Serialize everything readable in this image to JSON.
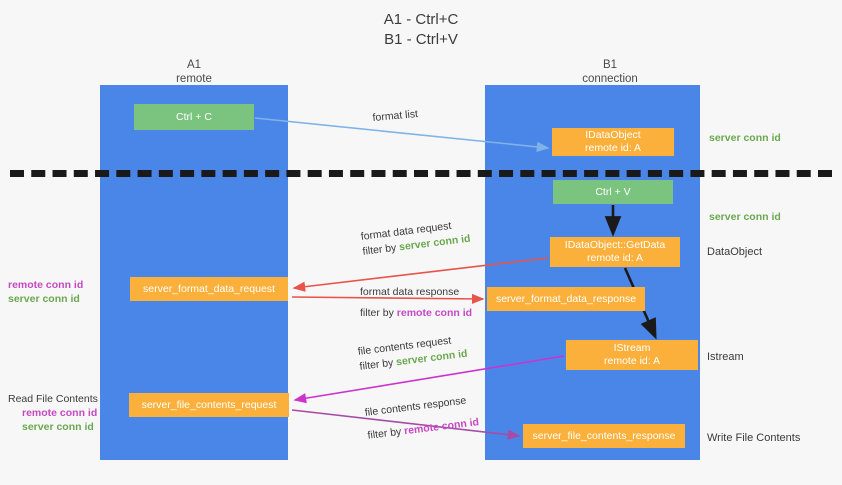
{
  "title": {
    "line1": "A1 - Ctrl+C",
    "line2": "B1 - Ctrl+V"
  },
  "lanes": [
    {
      "id": "a1",
      "name": "A1",
      "sub": "remote",
      "color": "#4a86e8"
    },
    {
      "id": "b1",
      "name": "B1",
      "sub": "connection",
      "color": "#4a86e8"
    }
  ],
  "nodes": {
    "ctrl_c": {
      "l1": "Ctrl + C",
      "l2": "",
      "color": "#7bc47f"
    },
    "idataobject": {
      "l1": "IDataObject",
      "l2": "remote id: A",
      "color": "#fbb03b"
    },
    "ctrl_v": {
      "l1": "Ctrl + V",
      "l2": "",
      "color": "#7bc47f"
    },
    "getdata": {
      "l1": "IDataObject::GetData",
      "l2": "remote id: A",
      "color": "#fbb03b"
    },
    "format_req": {
      "l1": "server_format_data_request",
      "l2": "",
      "color": "#fbb03b"
    },
    "format_resp": {
      "l1": "server_format_data_response",
      "l2": "",
      "color": "#fbb03b"
    },
    "istream": {
      "l1": "IStream",
      "l2": "remote id: A",
      "color": "#fbb03b"
    },
    "file_req": {
      "l1": "server_file_contents_request",
      "l2": "",
      "color": "#fbb03b"
    },
    "file_resp": {
      "l1": "server_file_contents_response",
      "l2": "",
      "color": "#fbb03b"
    }
  },
  "annotations": {
    "format_list": {
      "text": "format list"
    },
    "format_req": {
      "line1": "format data request",
      "prefix": "filter by ",
      "token": "server conn id",
      "token_color": "#6aa84f"
    },
    "format_resp": {
      "line1": "format data response",
      "prefix": "filter by ",
      "token": "remote conn id",
      "token_color": "#c548c5"
    },
    "file_req": {
      "line1": "file contents request",
      "prefix": "filter by ",
      "token": "server conn id",
      "token_color": "#6aa84f"
    },
    "file_resp": {
      "line1": "file contents response",
      "prefix": "filter by ",
      "token": "remote conn id",
      "token_color": "#c548c5"
    }
  },
  "side_labels": {
    "right_1": "server conn id",
    "right_2": "server conn id",
    "right_3": "DataObject",
    "right_4": "Istream",
    "right_5": "Write File Contents",
    "left_read": "Read File Contents",
    "remote_conn_id": "remote conn id",
    "server_conn_id": "server conn id"
  },
  "colors": {
    "lane_blue": "#4a86e8",
    "green": "#7bc47f",
    "orange": "#fbb03b",
    "green_text": "#6aa84f",
    "pink_text": "#c548c5",
    "arrow_lightblue": "#7fb3e8",
    "arrow_red": "#e8534a",
    "arrow_magenta": "#cc33cc",
    "arrow_purple": "#a64ca6",
    "arrow_black": "#1a1a1a",
    "divider": "#1a1a1a",
    "background": "#f7f7f7"
  }
}
